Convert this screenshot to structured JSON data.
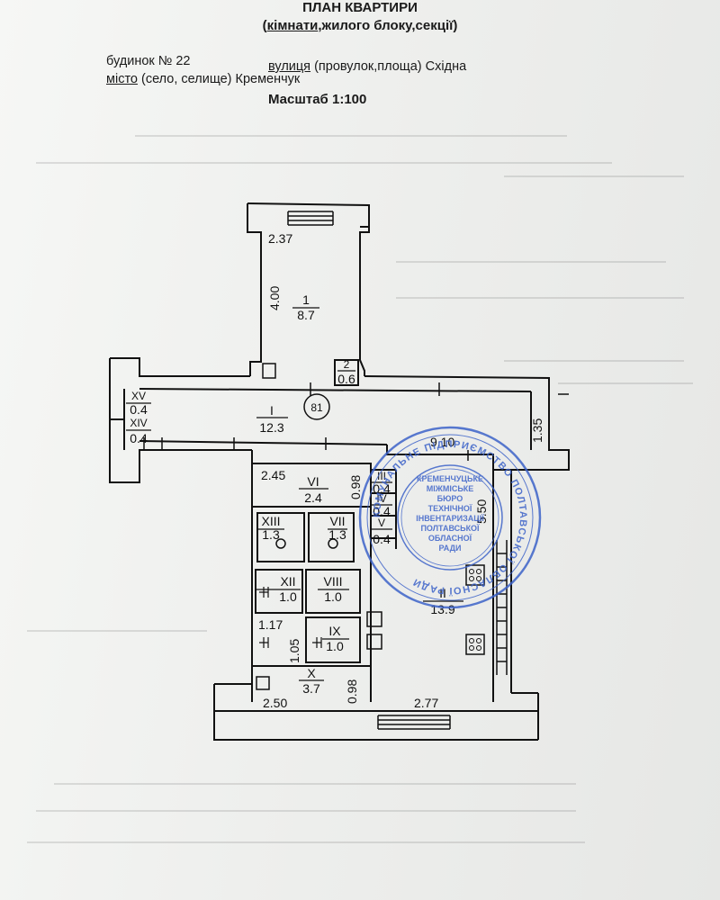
{
  "header": {
    "title": "ПЛАН КВАРТИРИ",
    "subtitle": "(кімнати,жилого блоку,секції)",
    "house_label": "будинок №",
    "house_number": "22",
    "street_label": "вулиця",
    "street_suffix": "(провулок,площа)",
    "street_value": "Східна",
    "city_label": "місто",
    "city_suffix": "(село, селище)",
    "city_value": "Кременчук",
    "scale": "Масштаб 1:100"
  },
  "plan": {
    "dims": {
      "room1_width": "2.37",
      "room1_length": "4.00",
      "corridor_length": "9.10",
      "corridor_width": "1.35",
      "room_vi_width": "2.45",
      "room_vi_depth": "0.98",
      "room_ii_length": "5.50",
      "room_ix_width": "1.17",
      "room_ix_depth": "1.05",
      "room_x_depth": "0.98",
      "room_x_width": "2.50",
      "room_ii_width": "2.77"
    },
    "rooms": [
      {
        "num": "1",
        "area": "8.7"
      },
      {
        "num": "2",
        "area": "0.6"
      },
      {
        "num": "I",
        "area": "12.3"
      },
      {
        "num": "XV",
        "area": "0.4"
      },
      {
        "num": "XIV",
        "area": "0.4"
      },
      {
        "num": "VI",
        "area": "2.4"
      },
      {
        "num": "III",
        "area": "0.4"
      },
      {
        "num": "IV",
        "area": "0.4"
      },
      {
        "num": "V",
        "area": "0.4"
      },
      {
        "num": "XIII",
        "area": "1.3"
      },
      {
        "num": "VII",
        "area": "1.3"
      },
      {
        "num": "XII",
        "area": "1.0"
      },
      {
        "num": "VIII",
        "area": "1.0"
      },
      {
        "num": "IX",
        "area": "1.0"
      },
      {
        "num": "X",
        "area": "3.7"
      },
      {
        "num": "II",
        "area": "13.9"
      }
    ],
    "apartment_number": "81"
  },
  "stamp": {
    "outer_text": "КОМУНАЛЬНЕ ПІДПРИЄМСТВО ПОЛТАВСЬКОЇ ОБЛАСНОЇ РАДИ",
    "center_lines": [
      "КРЕМЕНЧУЦЬКЕ",
      "МІЖМІСЬКЕ",
      "БЮРО",
      "ТЕХНІЧНОЇ",
      "ІНВЕНТАРИЗАЦІЇ",
      "ПОЛТАВСЬКОЇ",
      "ОБЛАСНОЇ",
      "РАДИ"
    ]
  },
  "colors": {
    "ink": "#111111",
    "stamp": "#3d63c9",
    "paper": "#eeefed"
  }
}
